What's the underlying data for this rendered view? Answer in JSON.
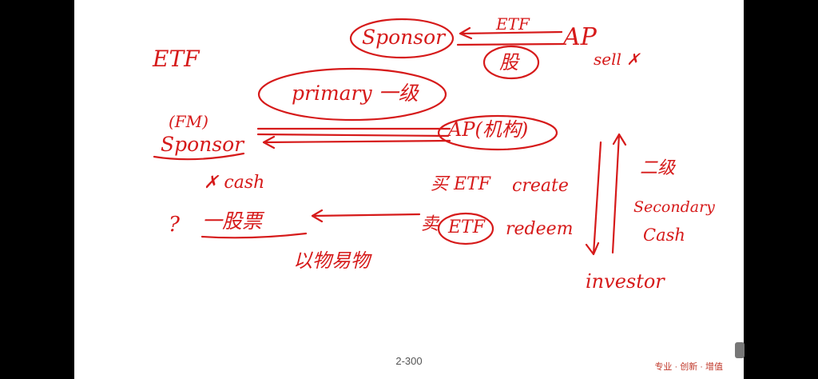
{
  "notes": {
    "etf_heading": "ETF",
    "sponsor_top": "Sponsor",
    "etf_arrow_top": "ETF",
    "stock_top": "股",
    "ap_top": "AP",
    "sell_x": "sell ✗",
    "primary": "primary 一级",
    "fm": "(FM)",
    "sponsor_left": "Sponsor",
    "ap_institution": "AP(机构)",
    "x_cash": "✗ cash",
    "buy_etf": "买 ETF",
    "create": "create",
    "question": "?",
    "basket": "一股票",
    "sell_etf_char": "卖",
    "etf_circled": "ETF",
    "redeem": "redeem",
    "barter": "以物易物",
    "secondary_cn": "二级",
    "secondary": "Secondary",
    "cash": "Cash",
    "investor": "investor"
  },
  "footer": {
    "page_number": "2-300",
    "brand": "专业 · 创新 · 增值"
  }
}
